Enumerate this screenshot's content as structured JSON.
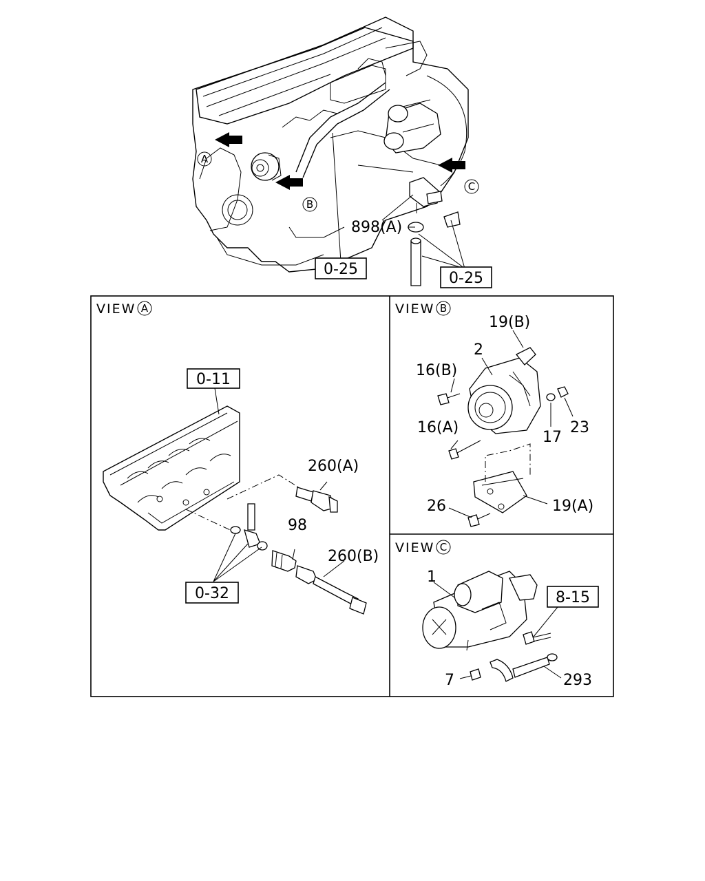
{
  "main_view": {
    "view_letters": [
      "A",
      "B",
      "C"
    ],
    "part_898a": "898(A)",
    "ref_025_left": "0-25",
    "ref_025_right": "0-25"
  },
  "view_a": {
    "view_word": "VIEW",
    "letter": "A",
    "ref_011": "0-11",
    "ref_032": "0-32",
    "p_260a": "260(A)",
    "p_98": "98",
    "p_260b": "260(B)"
  },
  "view_b": {
    "view_word": "VIEW",
    "letter": "B",
    "p_19b": "19(B)",
    "p_2": "2",
    "p_16b": "16(B)",
    "p_16a": "16(A)",
    "p_17": "17",
    "p_23": "23",
    "p_26": "26",
    "p_19a": "19(A)"
  },
  "view_c": {
    "view_word": "VIEW",
    "letter": "C",
    "p_1": "1",
    "ref_815": "8-15",
    "p_7": "7",
    "p_293": "293"
  }
}
